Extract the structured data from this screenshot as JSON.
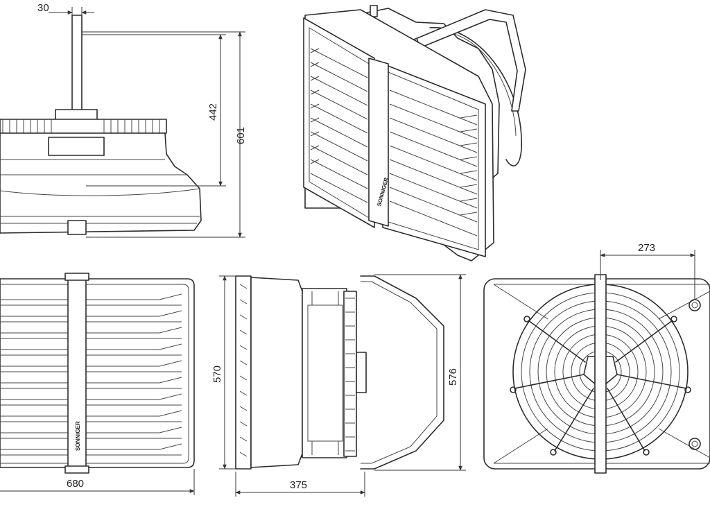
{
  "dimensions": {
    "top_width": "30",
    "side_height_inner": "442",
    "side_height_outer": "601",
    "front_width": "680",
    "section_height": "570",
    "section_depth": "375",
    "section_outer_height": "576",
    "rear_spacing": "273"
  },
  "branding": {
    "front_label": "SONNIGER",
    "iso_label": "SONNIGER"
  }
}
